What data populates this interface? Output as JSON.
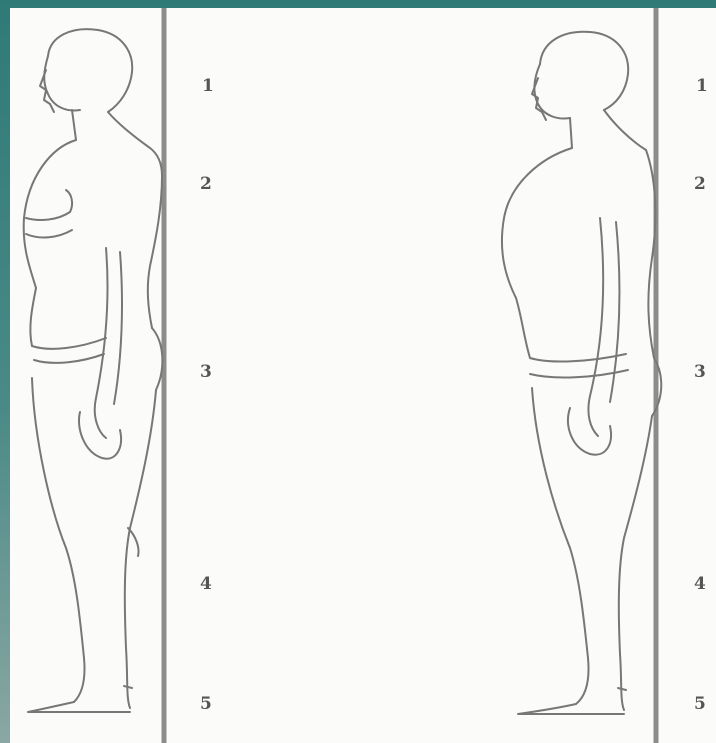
{
  "figures": [
    {
      "id": "left",
      "subject": "female-silhouette",
      "markers": [
        "1",
        "2",
        "3",
        "4",
        "5"
      ]
    },
    {
      "id": "right",
      "subject": "male-silhouette",
      "markers": [
        "1",
        "2",
        "3",
        "4",
        "5"
      ]
    }
  ],
  "colors": {
    "frame": "#2f7a78",
    "panel": "#fbfbfa",
    "line": "#8a8a8a",
    "ink": "#555555"
  }
}
